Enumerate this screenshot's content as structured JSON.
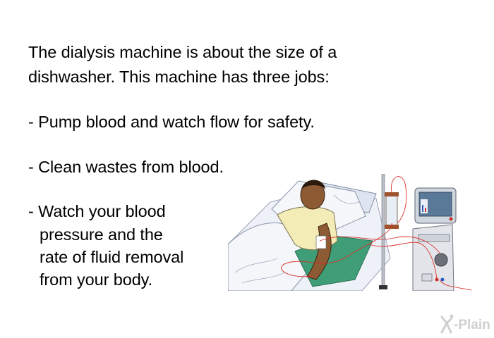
{
  "intro": {
    "line1": "The dialysis machine is about the size of a",
    "line2": "dishwasher. This machine has three jobs:"
  },
  "jobs": [
    {
      "lines": [
        "- Pump blood and watch flow for safety."
      ]
    },
    {
      "lines": [
        "- Clean wastes from blood."
      ]
    },
    {
      "lines": [
        "- Watch your blood",
        "pressure and the",
        "rate of fluid removal",
        "from your body."
      ]
    }
  ],
  "illustration": {
    "subject": "patient-on-dialysis-illustration"
  },
  "logo": {
    "text": "-Plain",
    "icon": "x-figure-logo-icon",
    "color": "#cfcfcf"
  },
  "colors": {
    "tubing": "#d9302c",
    "pillow_green": "#3f9e78",
    "screen": "#5a7898"
  }
}
